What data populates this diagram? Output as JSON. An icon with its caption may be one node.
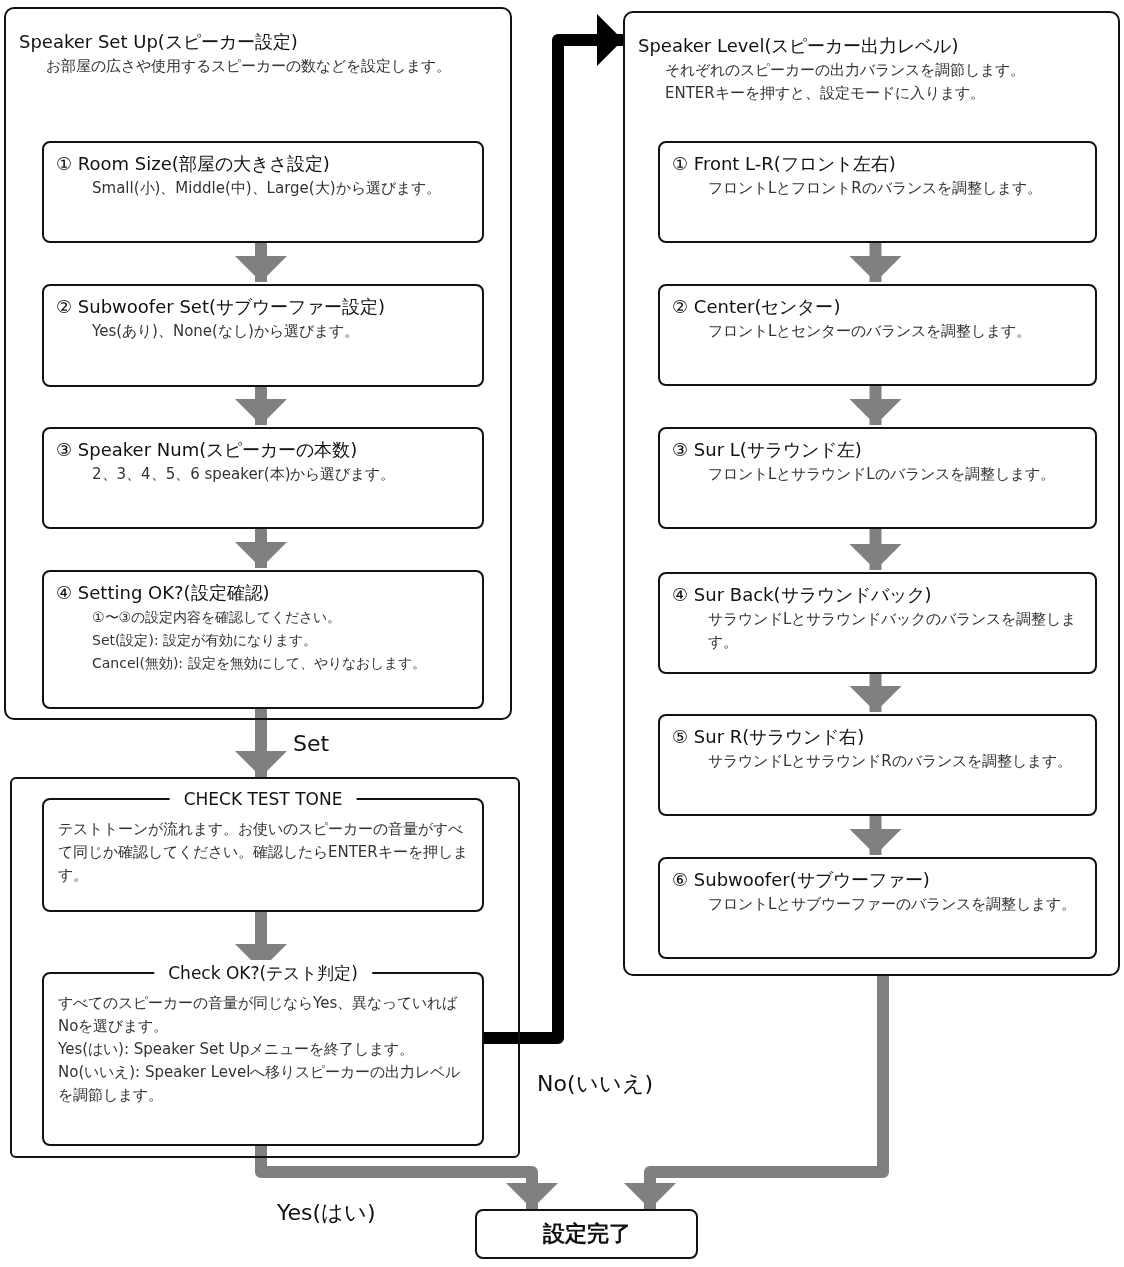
{
  "diagram": {
    "nodes": [
      {
        "text": [
          "Speaker Set Up(スピーカー設定)",
          "お部屋の広さや使用するスピーカーの数などを設定します。"
        ]
      },
      {
        "text": [
          "① Room Size(部屋の大きさ設定)",
          "Small(小)、Middle(中)、Large(大)から選びます。"
        ],
        "in": 0
      },
      {
        "text": [
          "② Subwoofer Set(サブウーファー設定)",
          "Yes(あり)、None(なし)から選びます。"
        ],
        "in": 0
      },
      {
        "text": [
          "③ Speaker Num(スピーカーの本数)",
          "2、3、4、5、6 speaker(本)から選びます。"
        ],
        "in": 0
      },
      {
        "text": [
          "④ Setting OK?(設定確認)",
          "①〜③の設定内容を確認してください。",
          "Set(設定): 設定が有効になります。",
          "Cancel(無効): 設定を無効にして、やりなおします。"
        ],
        "in": 0
      },
      {
        "text": [],
        "shape": "box"
      },
      {
        "text": [
          "CHECK TEST TONE",
          "テストトーンが流れます。お使いのスピーカーの音量がすべて同じか確認してください。確認したらENTERキーを押します。"
        ],
        "in": 5
      },
      {
        "text": [
          "Check OK?(テスト判定)",
          "すべてのスピーカーの音量が同じならYes、異なっていればNoを選びます。",
          "Yes(はい): Speaker Set Upメニューを終了します。",
          "No(いいえ): Speaker Levelへ移りスピーカーの出力レベルを調節します。"
        ],
        "in": 5
      },
      {
        "text": [
          "Speaker Level(スピーカー出力レベル)",
          "それぞれのスピーカーの出力バランスを調節します。",
          "ENTERキーを押すと、設定モードに入ります。"
        ]
      },
      {
        "text": [
          "① Front L-R(フロント左右)",
          "フロントLとフロントRのバランスを調整します。"
        ],
        "in": 8
      },
      {
        "text": [
          "② Center(センター)",
          "フロントLとセンターのバランスを調整します。"
        ],
        "in": 8
      },
      {
        "text": [
          "③ Sur L(サラウンド左)",
          "フロントLとサラウンドLのバランスを調整します。"
        ],
        "in": 8
      },
      {
        "text": [
          "④ Sur Back(サラウンドバック)",
          "サラウンドLとサラウンドバックのバランスを調整します。"
        ],
        "in": 8
      },
      {
        "text": [
          "⑤ Sur R(サラウンド右)",
          "サラウンドLとサラウンドRのバランスを調整します。"
        ],
        "in": 8
      },
      {
        "text": [
          "⑥ Subwoofer(サブウーファー)",
          "フロントLとサブウーファーのバランスを調整します。"
        ],
        "in": 8
      },
      {
        "text": [
          "設定完了"
        ]
      }
    ],
    "edges": [
      {
        "from": 1,
        "to": 2,
        "arrow": "to"
      },
      {
        "from": 2,
        "to": 3,
        "arrow": "to"
      },
      {
        "from": 3,
        "to": 4,
        "arrow": "to"
      },
      {
        "from": 4,
        "to": 5,
        "arrow": "to",
        "label": "Set"
      },
      {
        "from": 6,
        "to": 7,
        "arrow": "to"
      },
      {
        "from": 7,
        "to": 8,
        "arrow": "to",
        "label": "No(いいえ)",
        "color": "#000000"
      },
      {
        "from": 7,
        "to": 15,
        "arrow": "to",
        "label": "Yes(はい)"
      },
      {
        "from": 9,
        "to": 10,
        "arrow": "to"
      },
      {
        "from": 10,
        "to": 11,
        "arrow": "to"
      },
      {
        "from": 11,
        "to": 12,
        "arrow": "to"
      },
      {
        "from": 12,
        "to": 13,
        "arrow": "to"
      },
      {
        "from": 13,
        "to": 14,
        "arrow": "to"
      },
      {
        "from": 8,
        "to": 15,
        "arrow": "to"
      }
    ]
  }
}
